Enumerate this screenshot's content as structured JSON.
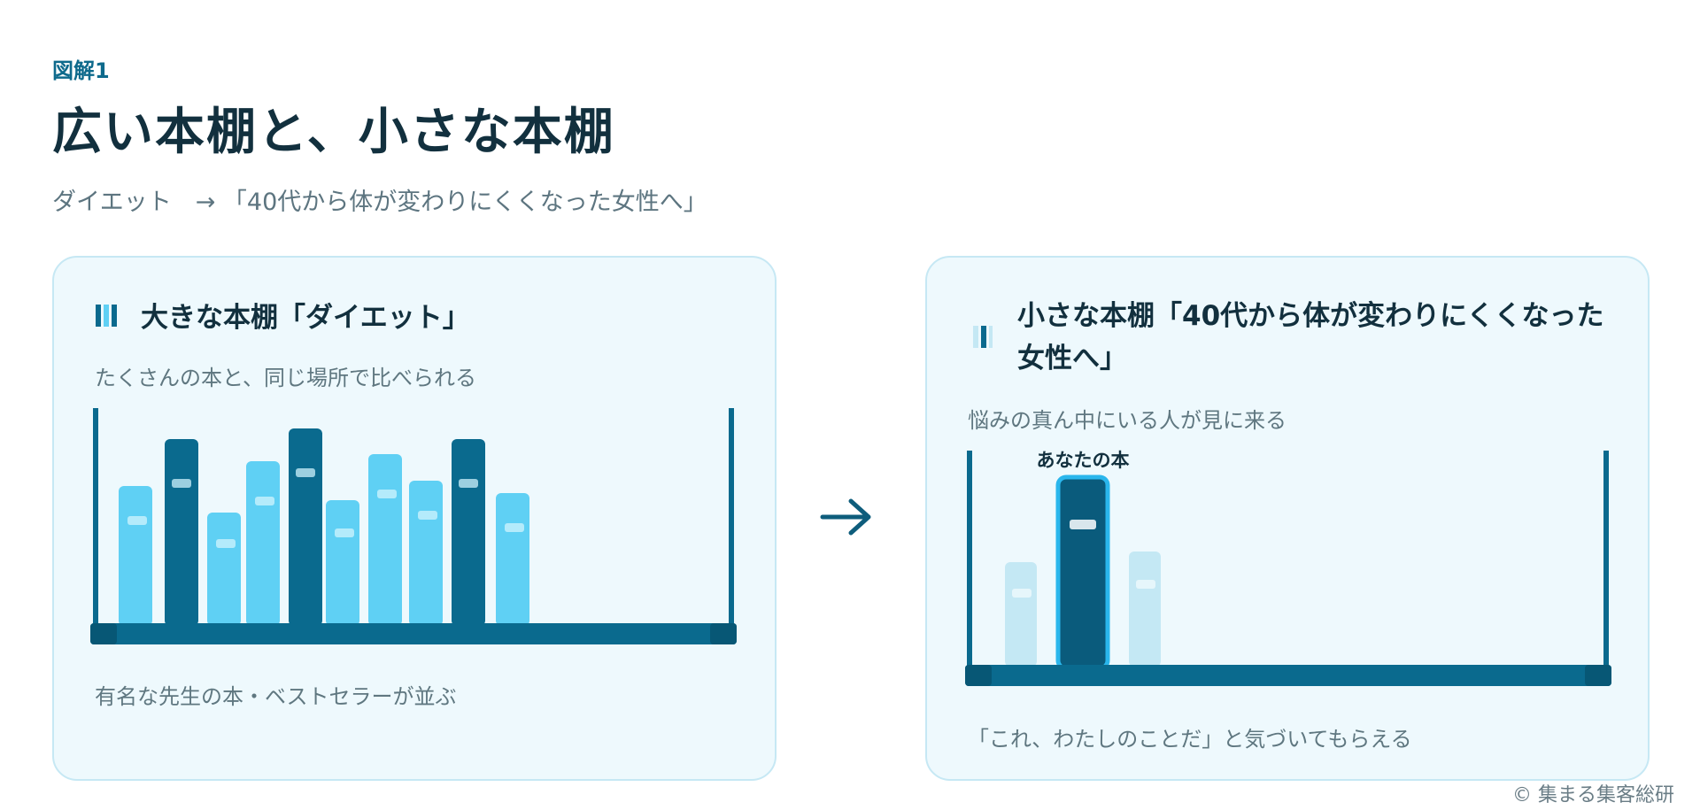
{
  "figure_label": "図解1",
  "title": "広い本棚と、小さな本棚",
  "subtitle": "ダイエット　→ 「40代から体が変わりにくくなった女性へ」",
  "left_card": {
    "heading": "大きな本棚「ダイエット」",
    "description": "たくさんの本と、同じ場所で比べられる",
    "footer": "有名な先生の本・ベストセラーが並ぶ",
    "icon": "bookshelf-icon"
  },
  "right_card": {
    "heading": "小さな本棚「40代から体が変わりにくくなった女性へ」",
    "description": "悩みの真ん中にいる人が見に来る",
    "book_label": "あなたの本",
    "footer": "「これ、わたしのことだ」と気づいてもらえる",
    "icon": "bookshelf-icon"
  },
  "arrow_icon": "right-arrow-icon",
  "copyright": "© 集まる集客総研",
  "colors": {
    "dark_book": "#0a6a8e",
    "light_book": "#5fd0f4",
    "pale_book": "#c4e8f4",
    "highlight_border": "#2ab6ec",
    "shelf": "#0a6a8e",
    "card_bg": "#eef9fd"
  }
}
